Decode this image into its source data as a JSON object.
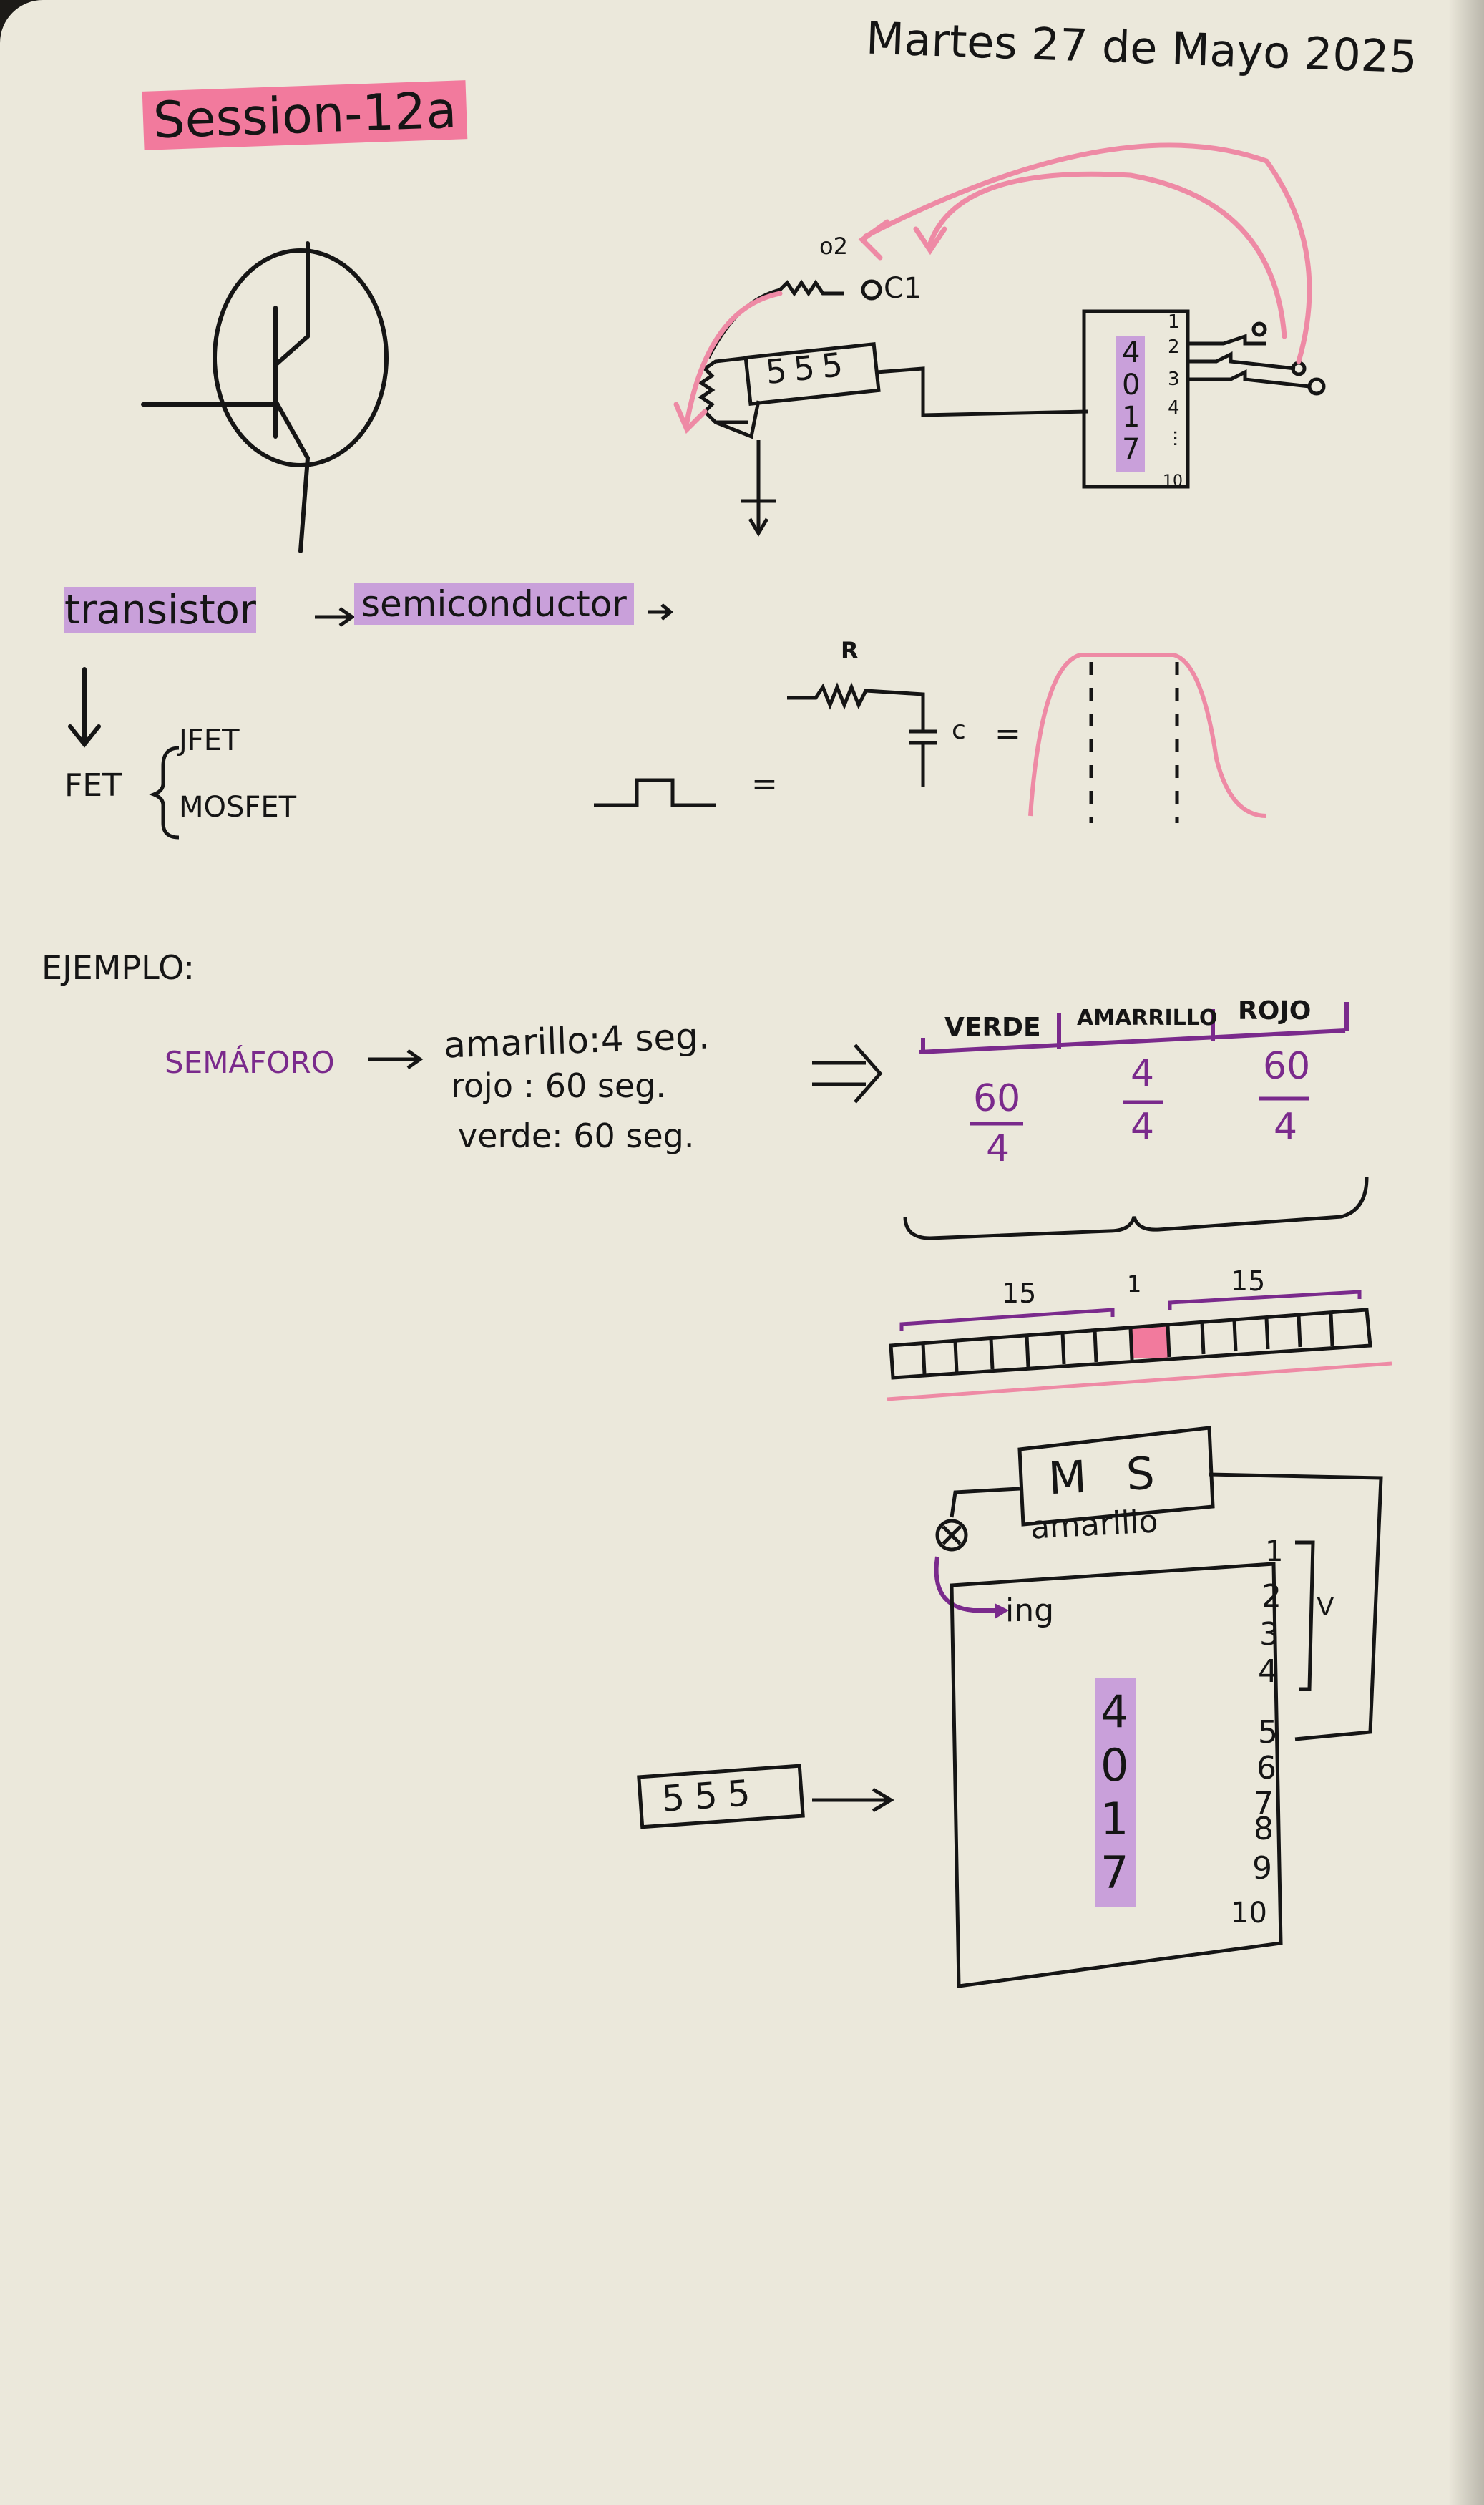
{
  "header": {
    "date": "Martes 27 de Mayo 2025",
    "session": "Session-12a"
  },
  "transistor_section": {
    "word": "transistor",
    "arrow": "→",
    "category": "semiconductor",
    "fet_label": "FET",
    "fet_types": [
      "JFET",
      "MOSFET"
    ]
  },
  "circuit": {
    "chip_555": "555",
    "chip_4017_digits": [
      "4",
      "0",
      "1",
      "7"
    ],
    "pin_labels": [
      "1",
      "2",
      "3",
      "4",
      "...",
      "10"
    ],
    "o2_label": "o2",
    "c1_label": "C1"
  },
  "rc_filter": {
    "r_label": "R",
    "c_label": "c",
    "equals": "="
  },
  "example": {
    "heading": "EJEMPLO:",
    "semaforo": "SEMÁFORO",
    "times": [
      "amarillo:4 seg.",
      "rojo : 60 seg.",
      "verde: 60 seg."
    ],
    "table_headers": [
      "VERDE",
      "AMARRILLO",
      "ROJO"
    ],
    "fractions": [
      {
        "num": "60",
        "den": "4"
      },
      {
        "num": "4",
        "den": "4"
      },
      {
        "num": "60",
        "den": "4"
      }
    ],
    "segment_labels": [
      "15",
      "1",
      "15"
    ]
  },
  "lower_circuit": {
    "ms_label": "M S",
    "amarillo": "amarillo",
    "ing": "ing",
    "chip_4017_digits": [
      "4",
      "0",
      "1",
      "7"
    ],
    "pins": [
      "1",
      "2",
      "3",
      "4",
      "5",
      "6",
      "7",
      "8",
      "9",
      "10"
    ],
    "v_label": "V",
    "chip_555": "555"
  },
  "colors": {
    "ink": "#151515",
    "pink": "#f27a9d",
    "purple": "#7a2a8c",
    "purple_highlight": "#c9a0da",
    "paper": "#ebe8db"
  }
}
